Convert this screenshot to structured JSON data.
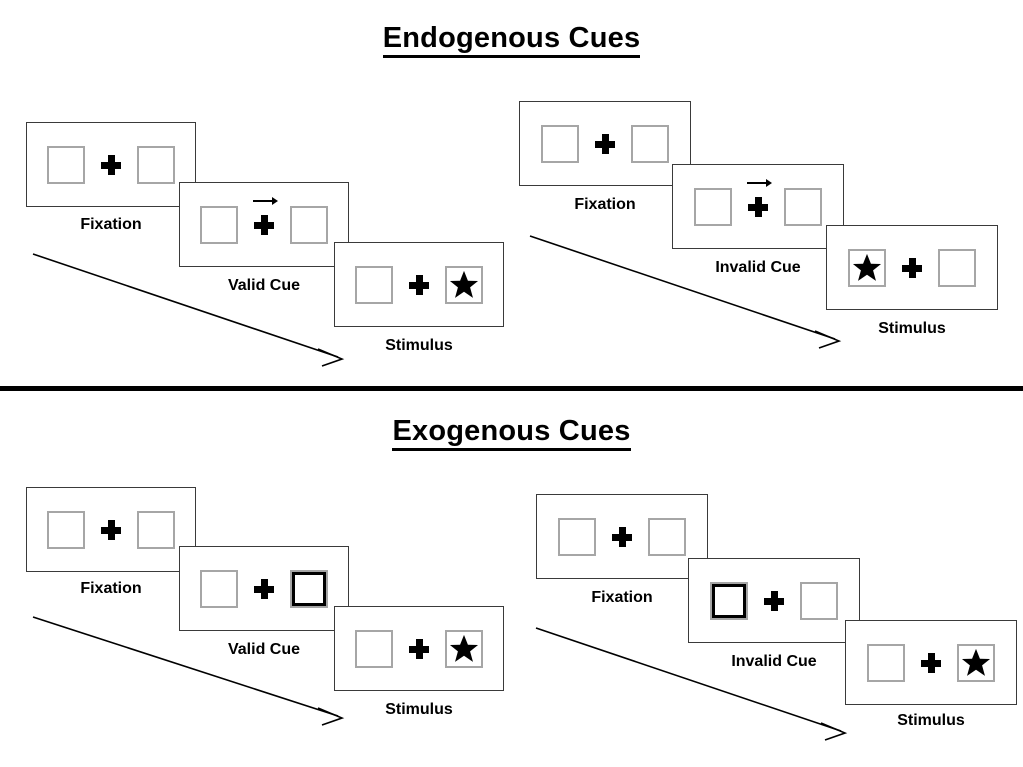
{
  "sections": [
    {
      "id": "endogenous",
      "title": "Endogenous Cues",
      "conditions": [
        {
          "id": "endogenous-valid",
          "panels": [
            {
              "caption": "Fixation",
              "left_box": "empty",
              "right_box": "empty",
              "cue": "none"
            },
            {
              "caption": "Valid Cue",
              "left_box": "empty",
              "right_box": "empty",
              "cue": "arrow-right"
            },
            {
              "caption": "Stimulus",
              "left_box": "empty",
              "right_box": "star",
              "cue": "none"
            }
          ]
        },
        {
          "id": "endogenous-invalid",
          "panels": [
            {
              "caption": "Fixation",
              "left_box": "empty",
              "right_box": "empty",
              "cue": "none"
            },
            {
              "caption": "Invalid Cue",
              "left_box": "empty",
              "right_box": "empty",
              "cue": "arrow-right"
            },
            {
              "caption": "Stimulus",
              "left_box": "star",
              "right_box": "empty",
              "cue": "none"
            }
          ]
        }
      ]
    },
    {
      "id": "exogenous",
      "title": "Exogenous Cues",
      "conditions": [
        {
          "id": "exogenous-valid",
          "panels": [
            {
              "caption": "Fixation",
              "left_box": "empty",
              "right_box": "empty",
              "cue": "none"
            },
            {
              "caption": "Valid Cue",
              "left_box": "empty",
              "right_box": "highlight",
              "cue": "none"
            },
            {
              "caption": "Stimulus",
              "left_box": "empty",
              "right_box": "star",
              "cue": "none"
            }
          ]
        },
        {
          "id": "exogenous-invalid",
          "panels": [
            {
              "caption": "Fixation",
              "left_box": "empty",
              "right_box": "empty",
              "cue": "none"
            },
            {
              "caption": "Invalid Cue",
              "left_box": "highlight",
              "right_box": "empty",
              "cue": "none"
            },
            {
              "caption": "Stimulus",
              "left_box": "empty",
              "right_box": "star",
              "cue": "none"
            }
          ]
        }
      ]
    }
  ],
  "labels": {
    "endogenous_title": "Endogenous Cues",
    "exogenous_title": "Exogenous Cues",
    "fixation": "Fixation",
    "valid_cue": "Valid Cue",
    "invalid_cue": "Invalid Cue",
    "stimulus": "Stimulus"
  },
  "colors": {
    "background": "#ffffff",
    "ink": "#000000",
    "panel_border": "#3a3a3a",
    "box_border": "#a6a6a6",
    "divider": "#000000"
  }
}
